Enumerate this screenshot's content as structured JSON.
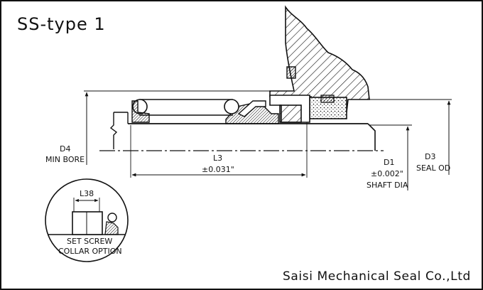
{
  "title": "SS-type 1",
  "labels": {
    "d4": "D4",
    "min_bore": "MIN BORE",
    "l3": "L3",
    "l3_tol": "±0.031\"",
    "d1": "D1",
    "d1_tol": "±0.002\"",
    "shaft_dia": "SHAFT DIA",
    "d3": "D3",
    "seal_od": "SEAL OD",
    "l38": "L38",
    "set_screw": "SET SCREW",
    "collar_option": "COLLAR OPTION"
  },
  "footer": "Saisi Mechanical Seal Co.,Ltd"
}
